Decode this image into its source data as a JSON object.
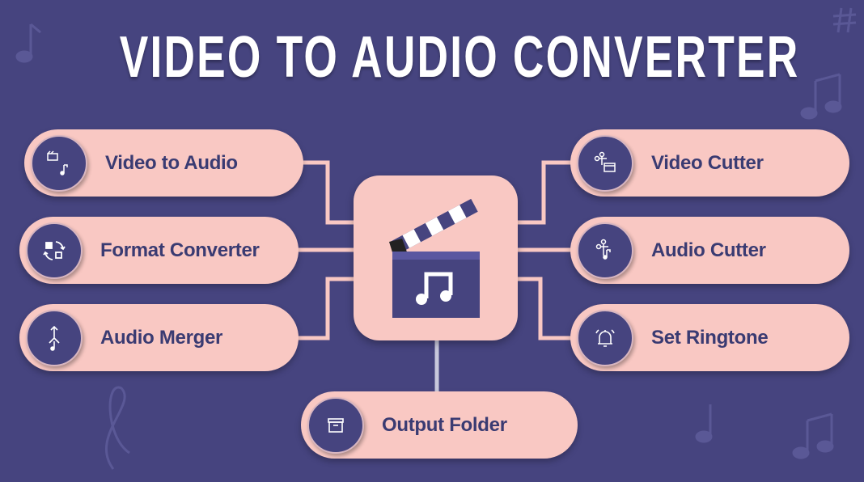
{
  "title": "VIDEO TO AUDIO CONVERTER",
  "colors": {
    "background": "#46447f",
    "pill": "#f9c8c3",
    "text": "#3a3b72"
  },
  "features_left": [
    {
      "label": "Video to Audio",
      "icon": "video-to-audio-icon"
    },
    {
      "label": "Format Converter",
      "icon": "format-convert-icon"
    },
    {
      "label": "Audio Merger",
      "icon": "merge-icon"
    }
  ],
  "features_right": [
    {
      "label": "Video Cutter",
      "icon": "video-cut-icon"
    },
    {
      "label": "Audio Cutter",
      "icon": "audio-cut-icon"
    },
    {
      "label": "Set Ringtone",
      "icon": "bell-icon"
    }
  ],
  "bottom": {
    "label": "Output Folder",
    "icon": "folder-icon"
  },
  "center_icon": "clapperboard-music-icon"
}
